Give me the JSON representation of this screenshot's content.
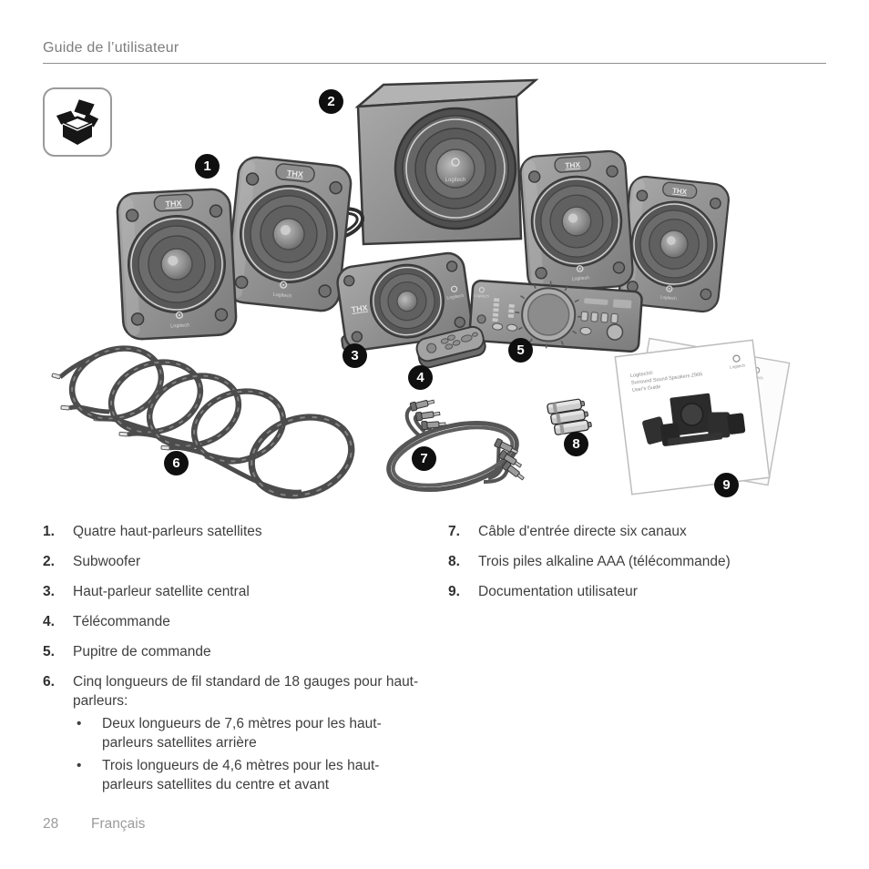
{
  "header": {
    "title": "Guide de l’utilisateur"
  },
  "footer": {
    "page_number": "28",
    "language": "Français"
  },
  "icons": {
    "unboxing": "open-box-icon"
  },
  "illustration": {
    "callouts": [
      {
        "n": "1"
      },
      {
        "n": "2"
      },
      {
        "n": "3"
      },
      {
        "n": "4"
      },
      {
        "n": "5"
      },
      {
        "n": "6"
      },
      {
        "n": "7"
      },
      {
        "n": "8"
      },
      {
        "n": "9"
      }
    ],
    "labels": {
      "thx": "THX",
      "logitech": "Logitech",
      "booklet_line1": "Logitech®",
      "booklet_line2": "Surround Sound Speakers Z906",
      "booklet_line3": "User's Guide"
    }
  },
  "parts_list": {
    "bullet_char": "•",
    "left": [
      {
        "num": "1.",
        "text": "Quatre haut-parleurs satellites"
      },
      {
        "num": "2.",
        "text": "Subwoofer"
      },
      {
        "num": "3.",
        "text": "Haut-parleur satellite central"
      },
      {
        "num": "4.",
        "text": "Télécommande"
      },
      {
        "num": "5.",
        "text": "Pupitre de commande"
      },
      {
        "num": "6.",
        "text": "Cinq longueurs de fil standard de 18 gauges pour haut-parleurs:",
        "bullets": [
          "Deux longueurs de 7,6 mètres pour les haut-parleurs satellites arrière",
          "Trois longueurs de 4,6 mètres pour les haut-parleurs satellites du centre et avant"
        ]
      }
    ],
    "right": [
      {
        "num": "7.",
        "text": "Câble d'entrée directe six canaux"
      },
      {
        "num": "8.",
        "text": "Trois piles alkaline AAA (télécommande)"
      },
      {
        "num": "9.",
        "text": "Documentation utilisateur"
      }
    ]
  }
}
